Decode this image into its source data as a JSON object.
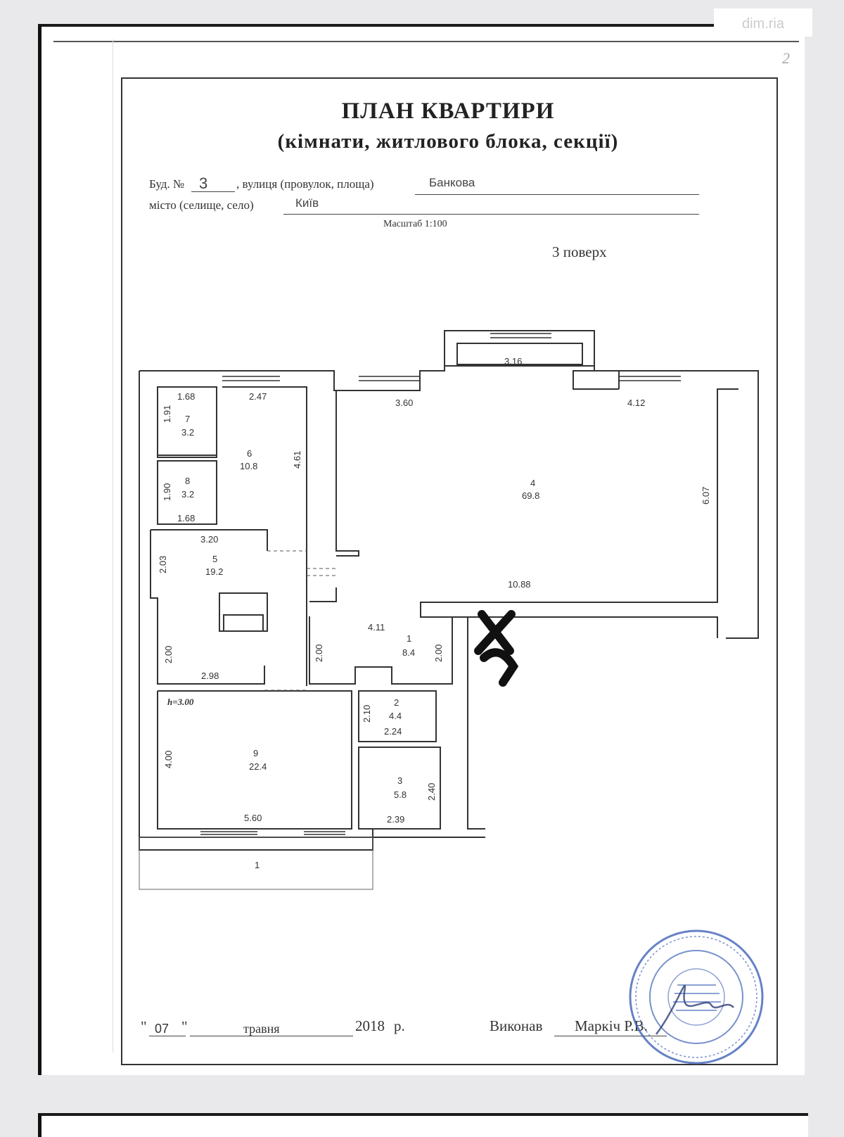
{
  "watermark": "dim.ria",
  "page_number": "2",
  "title": "ПЛАН КВАРТИРИ",
  "subtitle": "(кімнати, житлового блока, секції)",
  "address": {
    "building_label": "Буд. №",
    "building_number": "3",
    "street_label": ", вулиця (провулок, площа)",
    "street_value": "Банкова",
    "city_label": "місто (селище, село)",
    "city_value": "Київ"
  },
  "scale": "Масштаб 1:100",
  "floor": "3 поверх",
  "rooms": [
    {
      "number": "1",
      "area": "8.4"
    },
    {
      "number": "2",
      "area": "4.4"
    },
    {
      "number": "3",
      "area": "5.8"
    },
    {
      "number": "4",
      "area": "69.8"
    },
    {
      "number": "5",
      "area": "19.2"
    },
    {
      "number": "6",
      "area": "10.8"
    },
    {
      "number": "7",
      "area": "3.2"
    },
    {
      "number": "8",
      "area": "3.2"
    },
    {
      "number": "9",
      "area": "22.4"
    }
  ],
  "dimensions": {
    "d168a": "1.68",
    "d247": "2.47",
    "d360": "3.60",
    "d316": "3.16",
    "d412": "4.12",
    "d191": "1.91",
    "d461": "4.61",
    "d190": "1.90",
    "d607": "6.07",
    "d168b": "1.68",
    "d320": "3.20",
    "d203": "2.03",
    "d1088": "10.88",
    "d411": "4.11",
    "d200a": "2.00",
    "d200b": "2.00",
    "d200c": "2.00",
    "d298": "2.98",
    "d210": "2.10",
    "d224": "2.24",
    "d400": "4.00",
    "d240": "2.40",
    "d560": "5.60",
    "d239": "2.39",
    "d1": "1"
  },
  "ceiling_height": "h=3.00",
  "footer": {
    "day": "07",
    "month": "травня",
    "year": "2018",
    "year_suffix": "р.",
    "executor_label": "Виконав",
    "executor_name": "Маркіч Р.В."
  }
}
